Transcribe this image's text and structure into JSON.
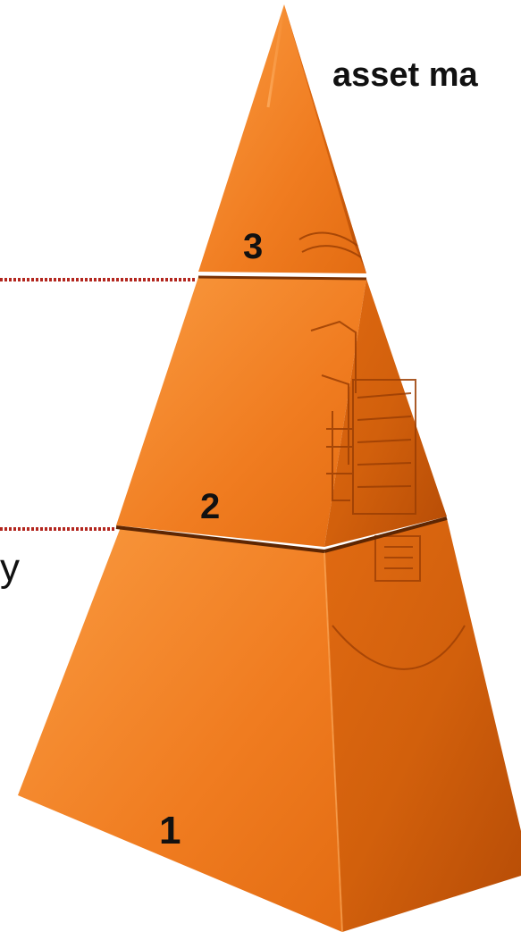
{
  "heading_fragment": "asset ma",
  "side_label_fragment": "y",
  "tiers": [
    {
      "label": "1"
    },
    {
      "label": "2"
    },
    {
      "label": "3"
    }
  ],
  "colors": {
    "orange_light": "#f7943a",
    "orange_mid": "#f07a1e",
    "orange_dark": "#c45408",
    "orange_shadow": "#9c3f04",
    "divider_dots": "#b3261e",
    "text": "#111111"
  }
}
